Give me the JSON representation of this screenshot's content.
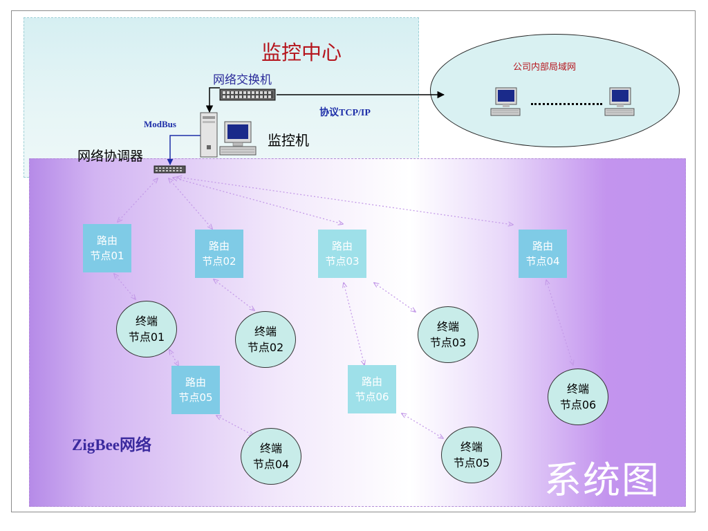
{
  "monitor_center": {
    "title": "监控中心",
    "switch_label": "网络交换机",
    "modbus_label": "ModBus",
    "protocol_label": "协议TCP/IP",
    "pc_label": "监控机",
    "coordinator_label": "网络协调器"
  },
  "lan": {
    "title": "公司内部局域网"
  },
  "zigbee": {
    "title": "ZigBee网络",
    "watermark": "系统图",
    "routers": [
      {
        "line1": "路由",
        "line2": "节点01"
      },
      {
        "line1": "路由",
        "line2": "节点02"
      },
      {
        "line1": "路由",
        "line2": "节点03"
      },
      {
        "line1": "路由",
        "line2": "节点04"
      },
      {
        "line1": "路由",
        "line2": "节点05"
      },
      {
        "line1": "路由",
        "line2": "节点06"
      }
    ],
    "end_nodes": [
      {
        "line1": "终端",
        "line2": "节点01"
      },
      {
        "line1": "终端",
        "line2": "节点02"
      },
      {
        "line1": "终端",
        "line2": "节点03"
      },
      {
        "line1": "终端",
        "line2": "节点04"
      },
      {
        "line1": "终端",
        "line2": "节点05"
      },
      {
        "line1": "终端",
        "line2": "节点06"
      }
    ]
  },
  "colors": {
    "title_red": "#b5151d",
    "label_blue": "#1d2ea8",
    "router_fill": "#7fcbe6",
    "end_node_fill": "#c8ece9",
    "zigbee_purple": "#b68be8",
    "link_dotted": "#c49be8"
  }
}
